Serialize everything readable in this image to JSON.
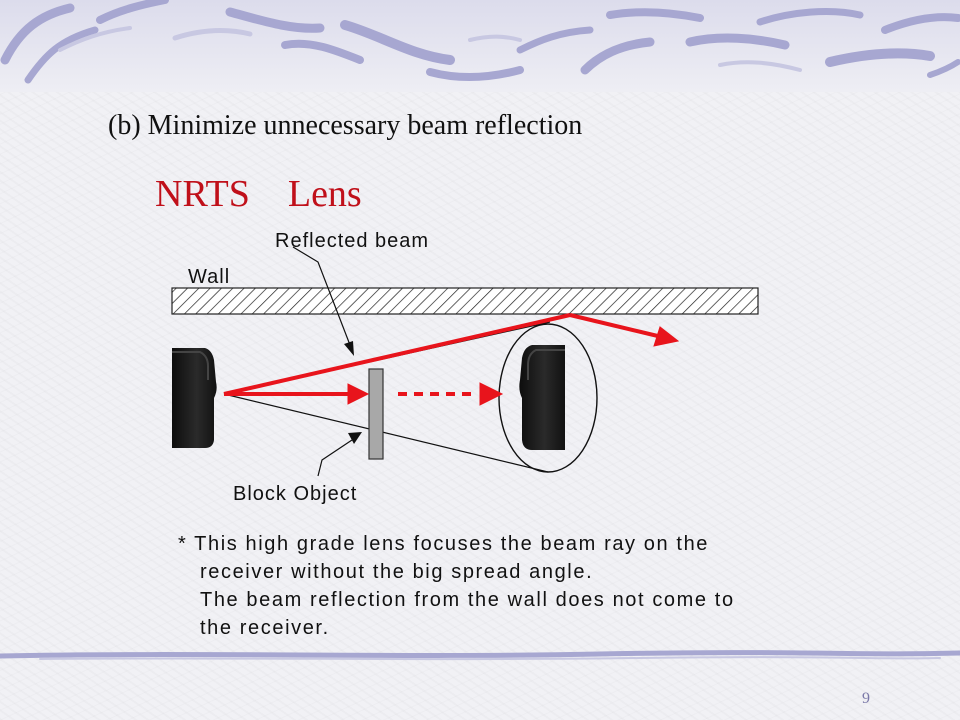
{
  "slide": {
    "subtitle": "(b) Minimize unnecessary beam reflection",
    "title": "NRTS　Lens",
    "page_number": "9"
  },
  "diagram": {
    "labels": {
      "wall": "Wall",
      "reflected_beam": "Reflected beam",
      "block_object": "Block Object"
    },
    "colors": {
      "beam": "#e8141c",
      "wall_hatch": "#222222",
      "sensor_body": "#161616",
      "block": "#a8a8a8"
    }
  },
  "note": {
    "lines": [
      "* This high grade lens focuses the beam ray on the",
      "receiver without the big spread angle.",
      "The beam reflection from the wall does not come to",
      "the receiver."
    ]
  },
  "theme": {
    "banner_color": "#a7a7d1",
    "title_color": "#c0101a"
  }
}
